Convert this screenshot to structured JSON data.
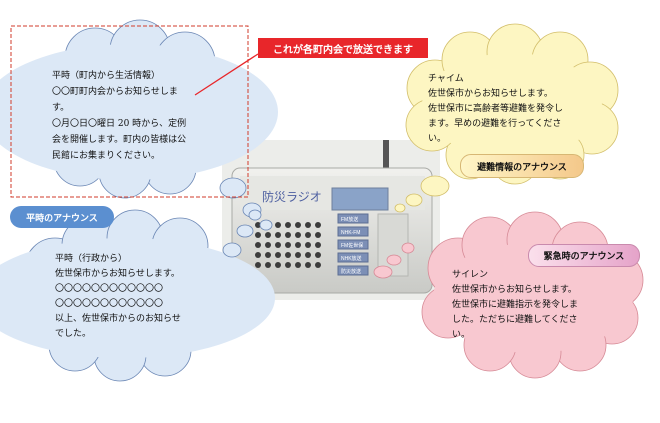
{
  "callout_red": "これが各町内会で放送できます",
  "town_cloud": {
    "lines": [
      "平時（町内から生活情報）",
      "〇〇町町内会からお知らせしま",
      "す。",
      "〇月〇日〇曜日 20 時から、定例",
      "会を開催します。町内の皆様は公",
      "民館にお集まりください。"
    ]
  },
  "label_normal": "平時のアナウンス",
  "admin_cloud": {
    "lines": [
      "平時（行政から）",
      "佐世保市からお知らせします。",
      "〇〇〇〇〇〇〇〇〇〇〇〇",
      "〇〇〇〇〇〇〇〇〇〇〇〇",
      "以上、佐世保市からのお知らせ",
      "でした。"
    ]
  },
  "chime_cloud": {
    "lines": [
      "チャイム",
      "佐世保市からお知らせします。",
      "佐世保市に高齢者等避難を発令し",
      "ます。早めの避難を行ってくださ",
      "い。"
    ]
  },
  "label_evac": "避難情報のアナウンス",
  "siren_cloud": {
    "lines": [
      "サイレン",
      "佐世保市からお知らせします。",
      "佐世保市に避難指示を発令しま",
      "した。ただちに避難してくださ",
      "い。"
    ]
  },
  "label_emergency": "緊急時のアナウンス",
  "radio": {
    "brand": "防災ラジオ",
    "buttons": [
      "FM放送",
      "NHK-FM",
      "FM佐世保",
      "NHK放送",
      "防災放送"
    ]
  },
  "colors": {
    "blue_cloud": "#dce8f6",
    "yellow_cloud": "#fdf6c2",
    "pink_cloud": "#f8c8d0",
    "red": "#e8262a",
    "blue_pill": "#5b8fd0"
  }
}
